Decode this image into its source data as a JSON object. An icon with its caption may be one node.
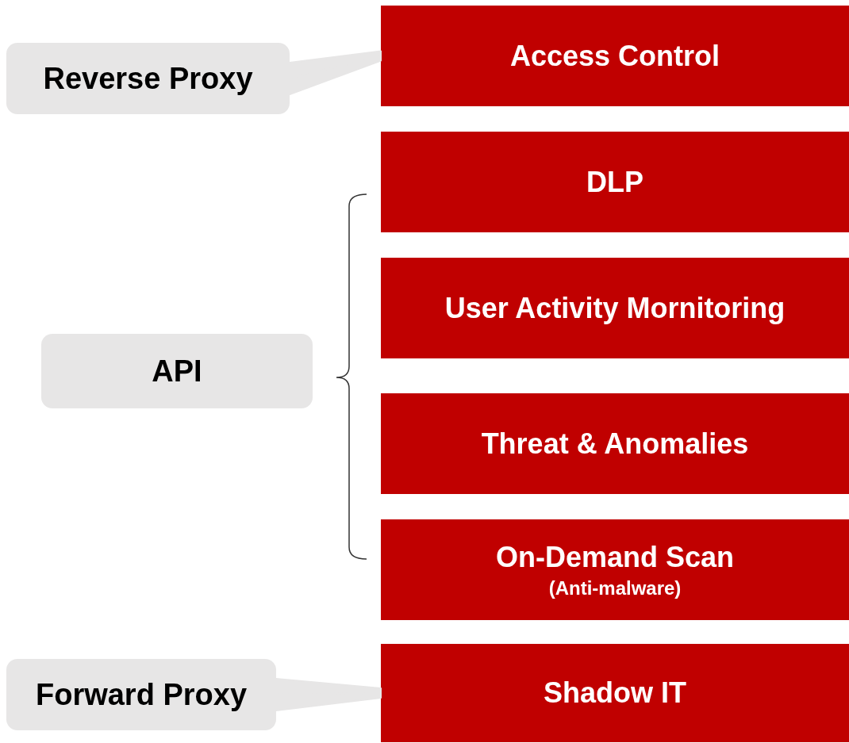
{
  "diagram": {
    "nodes": [
      {
        "text": [
          "Reverse Proxy"
        ]
      },
      {
        "text": [
          "Access Control"
        ]
      },
      {
        "text": [
          "DLP"
        ]
      },
      {
        "text": [
          "User Activity Mornitoring"
        ]
      },
      {
        "text": [
          "API"
        ]
      },
      {
        "text": [
          "Threat & Anomalies"
        ]
      },
      {
        "text": [
          "On-Demand Scan",
          "(Anti-malware)"
        ]
      },
      {
        "text": [
          "Forward Proxy"
        ]
      },
      {
        "text": [
          "Shadow IT"
        ]
      }
    ],
    "edges": [
      {
        "from": 0,
        "to": 1,
        "arrow": "none"
      },
      {
        "from": 7,
        "to": 8,
        "arrow": "none"
      }
    ]
  }
}
